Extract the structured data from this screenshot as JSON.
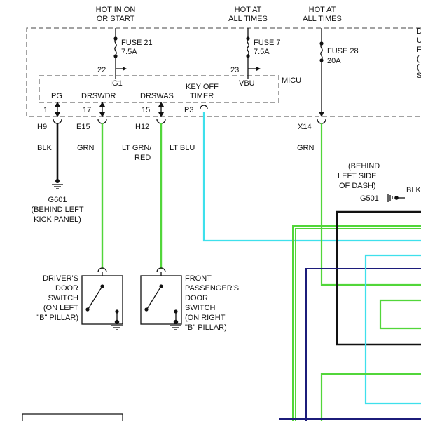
{
  "supply": {
    "hot_on_start_1": "HOT IN ON",
    "hot_on_start_2": "OR START",
    "hot_always_a_1": "HOT AT",
    "hot_always_a_2": "ALL TIMES",
    "hot_always_b_1": "HOT AT",
    "hot_always_b_2": "ALL TIMES"
  },
  "fuses": [
    {
      "name": "FUSE 21",
      "rating": "7.5A"
    },
    {
      "name": "FUSE 7",
      "rating": "7.5A"
    },
    {
      "name": "FUSE 28",
      "rating": "20A"
    }
  ],
  "fuse_box_edge": [
    "D",
    "U",
    "F",
    "(",
    "(",
    "S"
  ],
  "micu": {
    "label": "MICU",
    "ig1_pin": "22",
    "ig1_label": "IG1",
    "vbu_pin": "23",
    "vbu_label": "VBU",
    "keyoff_1": "KEY OFF",
    "keyoff_2": "TIMER"
  },
  "terminals": [
    {
      "label": "PG",
      "pin": "1",
      "connector": "H9",
      "wire": "BLK"
    },
    {
      "label": "DRSWDR",
      "pin": "17",
      "connector": "E15",
      "wire": "GRN"
    },
    {
      "label": "DRSWAS",
      "pin": "15",
      "connector": "H12",
      "wire_1": "LT GRN/",
      "wire_2": "RED"
    },
    {
      "label": "",
      "pin": "P3",
      "connector": "",
      "wire": "LT BLU"
    },
    {
      "label": "",
      "pin": "",
      "connector": "X14",
      "wire": "GRN"
    }
  ],
  "grounds": {
    "g601": {
      "id": "G601",
      "loc_1": "(BEHIND LEFT",
      "loc_2": "KICK PANEL)"
    },
    "g501": {
      "id": "G501",
      "loc_1": "(BEHIND",
      "loc_2": "LEFT SIDE",
      "loc_3": "OF DASH)",
      "wire": "BLK"
    }
  },
  "switches": {
    "driver": [
      "DRIVER'S",
      "DOOR",
      "SWITCH",
      "(ON LEFT",
      "\"B\" PILLAR)"
    ],
    "passenger": [
      "FRONT",
      "PASSENGER'S",
      "DOOR",
      "SWITCH",
      "(ON RIGHT",
      "\"B\" PILLAR)"
    ]
  },
  "colors": {
    "green": "#52d63a",
    "lt_blue": "#3ee0ec",
    "navy": "#1c1c7a",
    "black": "#111111",
    "box": "#444444"
  }
}
